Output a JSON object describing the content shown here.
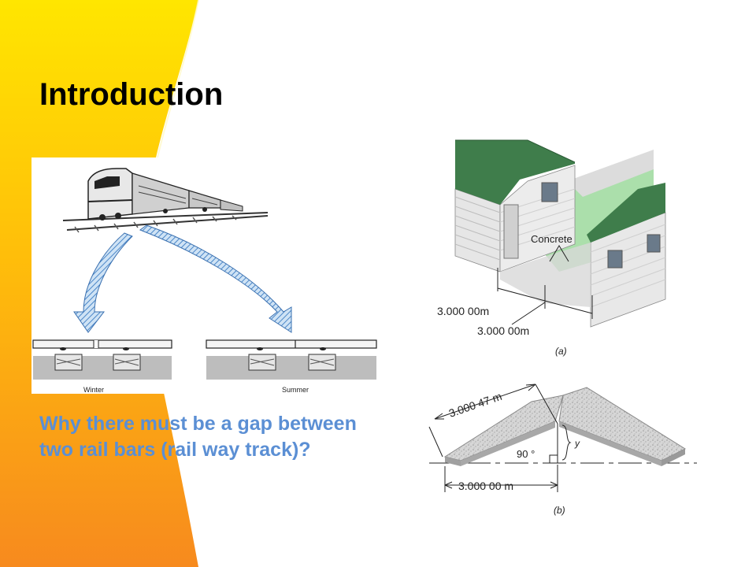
{
  "slide": {
    "title": "Introduction",
    "question": "Why there must be a gap between two rail bars (rail way track)?"
  },
  "train_figure": {
    "label_winter": "Winter",
    "label_summer": "Summer"
  },
  "houses_figure": {
    "label_concrete": "Concrete",
    "dim_1": "3.000 00m",
    "dim_2": "3.000 00m",
    "caption": "(a)"
  },
  "slabs_figure": {
    "dim_slant": "3.000 47 m",
    "angle": "90 °",
    "y_label": "y",
    "dim_base": "3.000 00 m",
    "caption": "(b)"
  },
  "colors": {
    "swoosh_light": "#ffe600",
    "swoosh_mid": "#ffb400",
    "swoosh_dark": "#f78a1e",
    "question_text": "#5b8fd4",
    "roof_green": "#3f7d4b",
    "grass_green": "#8fd48f"
  }
}
